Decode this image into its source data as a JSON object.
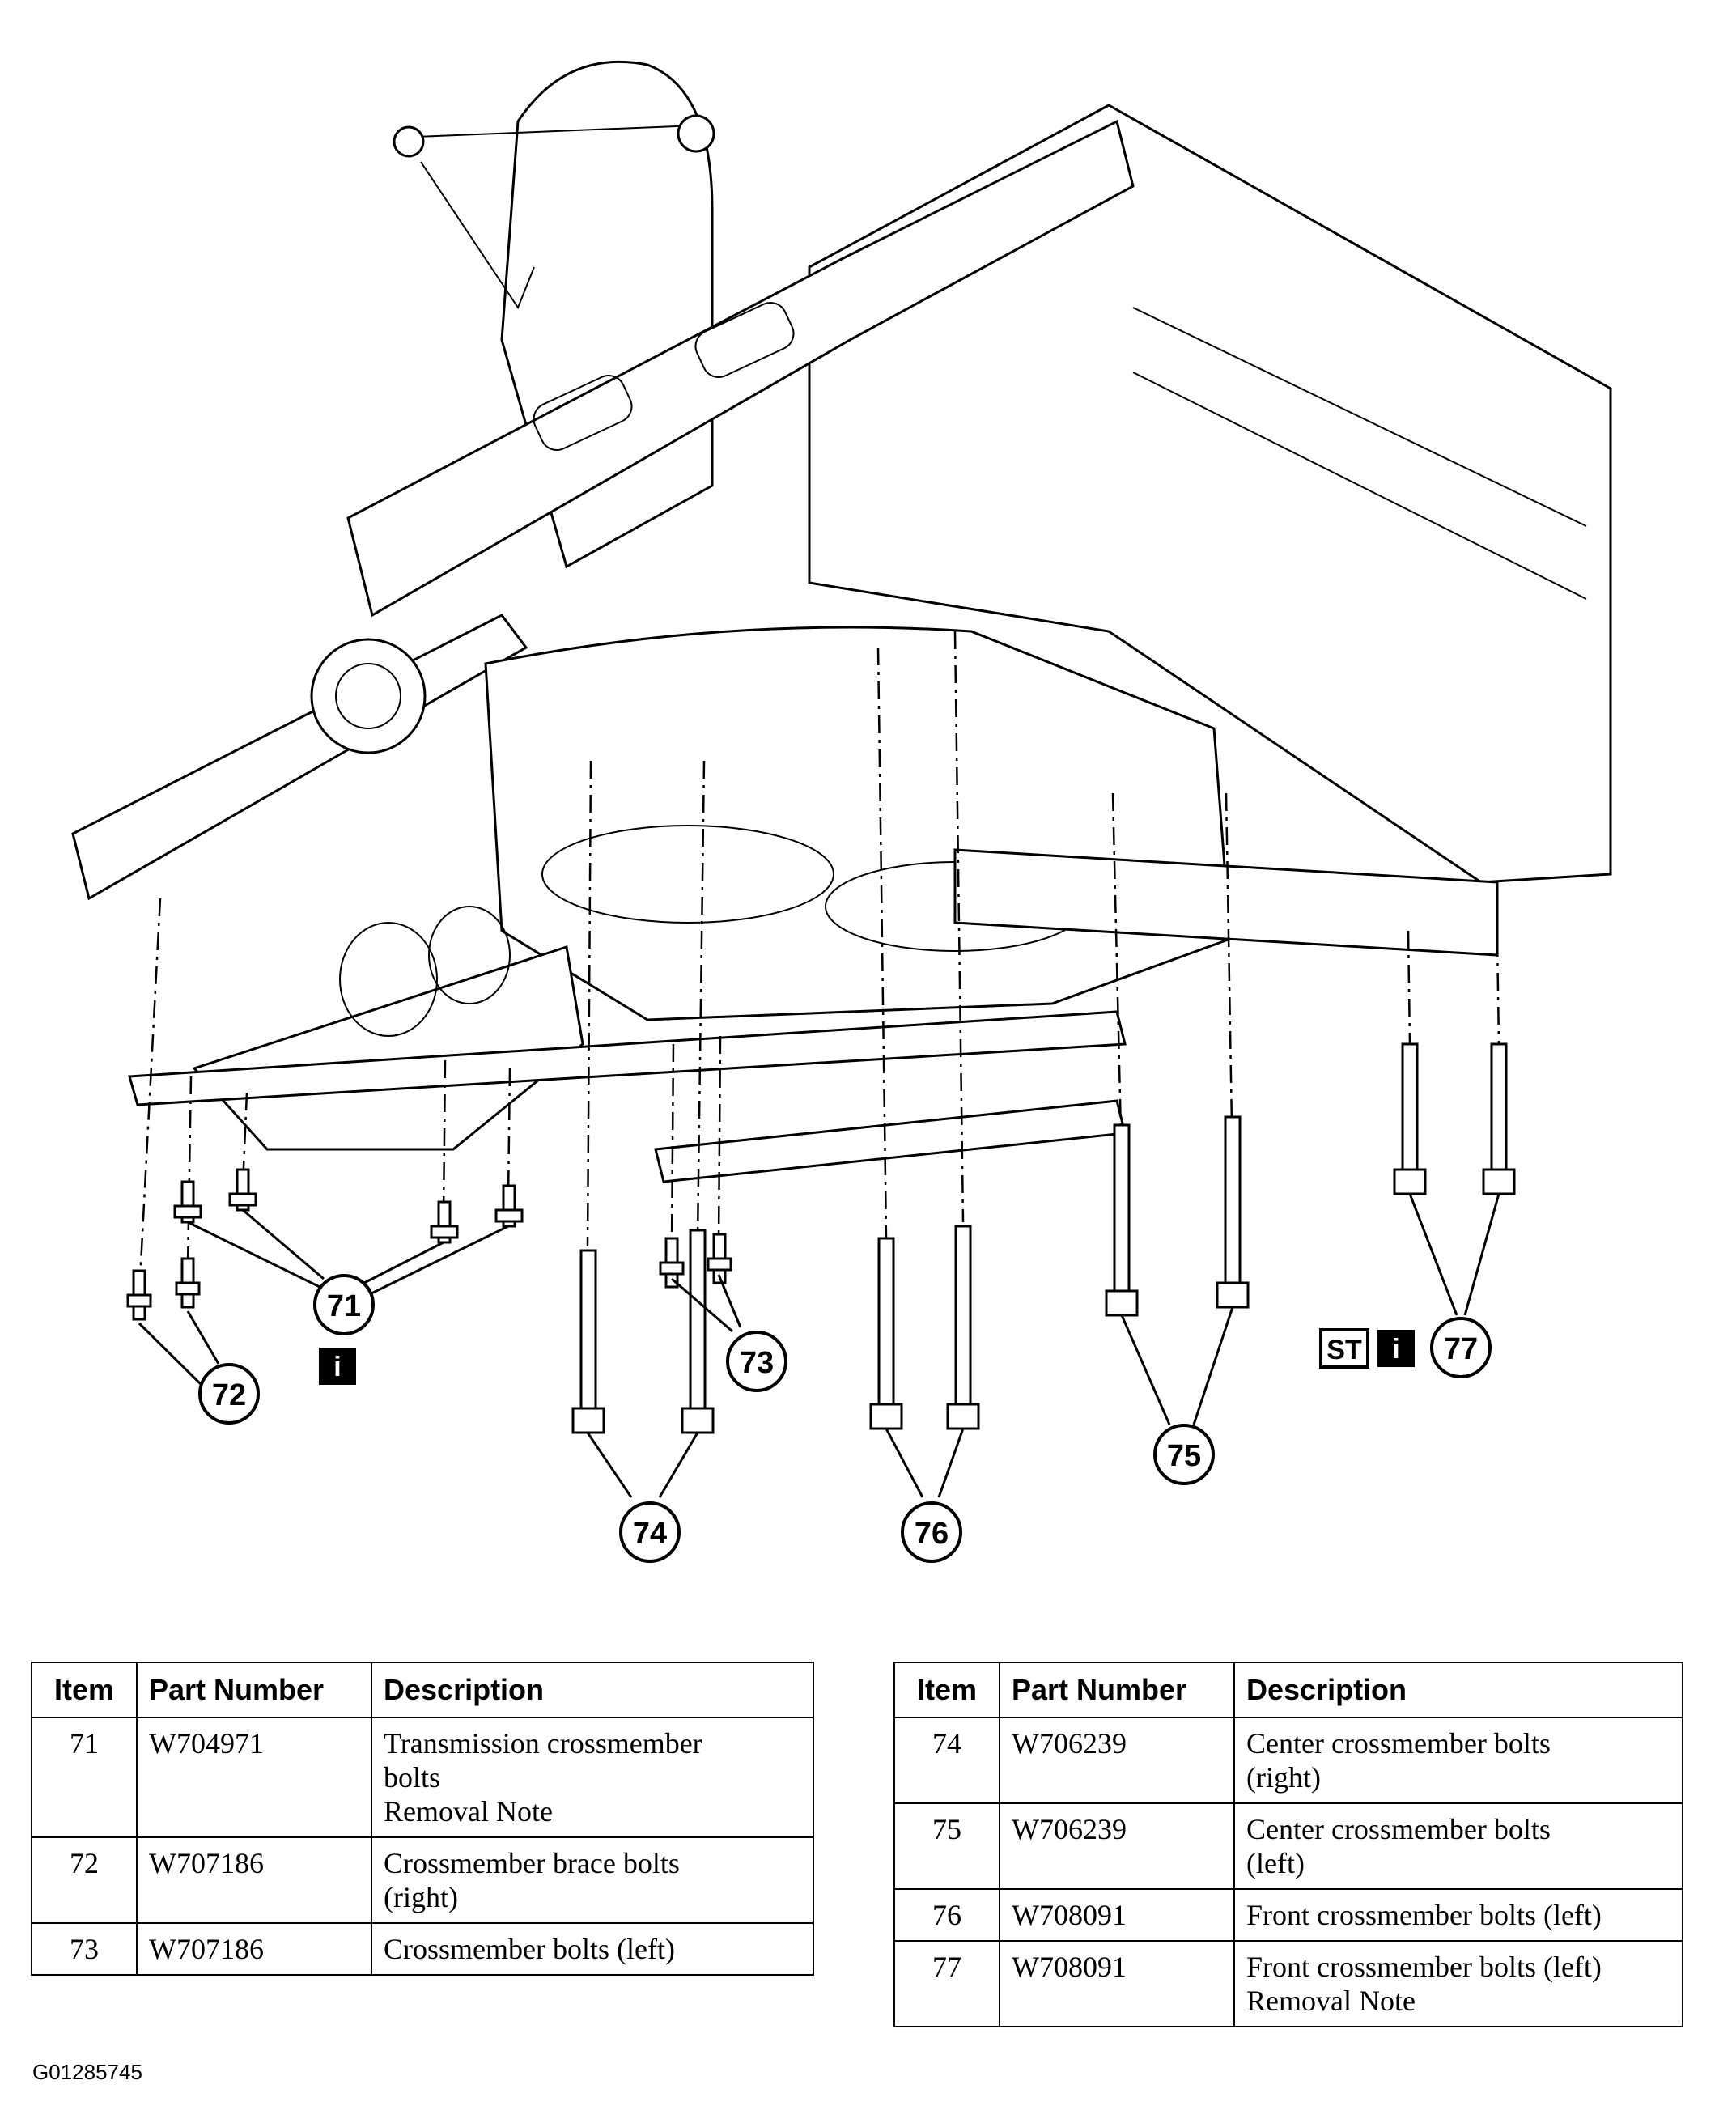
{
  "callouts": [
    {
      "id": "71",
      "label": "71"
    },
    {
      "id": "72",
      "label": "72"
    },
    {
      "id": "73",
      "label": "73"
    },
    {
      "id": "74",
      "label": "74"
    },
    {
      "id": "75",
      "label": "75"
    },
    {
      "id": "76",
      "label": "76"
    },
    {
      "id": "77",
      "label": "77"
    }
  ],
  "badges": {
    "info_71": "i",
    "special_tool_77": "ST",
    "info_77": "i"
  },
  "table_headers": {
    "item": "Item",
    "part_number": "Part Number",
    "description": "Description"
  },
  "table_left": [
    {
      "item": "71",
      "part_number": "W704971",
      "description": [
        "Transmission crossmember",
        "bolts",
        "Removal Note"
      ]
    },
    {
      "item": "72",
      "part_number": "W707186",
      "description": [
        "Crossmember brace bolts",
        "(right)"
      ]
    },
    {
      "item": "73",
      "part_number": "W707186",
      "description": [
        "Crossmember bolts (left)"
      ]
    }
  ],
  "table_right": [
    {
      "item": "74",
      "part_number": "W706239",
      "description": [
        "Center crossmember bolts",
        "(right)"
      ]
    },
    {
      "item": "75",
      "part_number": "W706239",
      "description": [
        "Center crossmember bolts",
        "(left)"
      ]
    },
    {
      "item": "76",
      "part_number": "W708091",
      "description": [
        "Front crossmember bolts (left)"
      ]
    },
    {
      "item": "77",
      "part_number": "W708091",
      "description": [
        "Front crossmember bolts (left)",
        "Removal Note"
      ]
    }
  ],
  "figure_id": "G01285745"
}
